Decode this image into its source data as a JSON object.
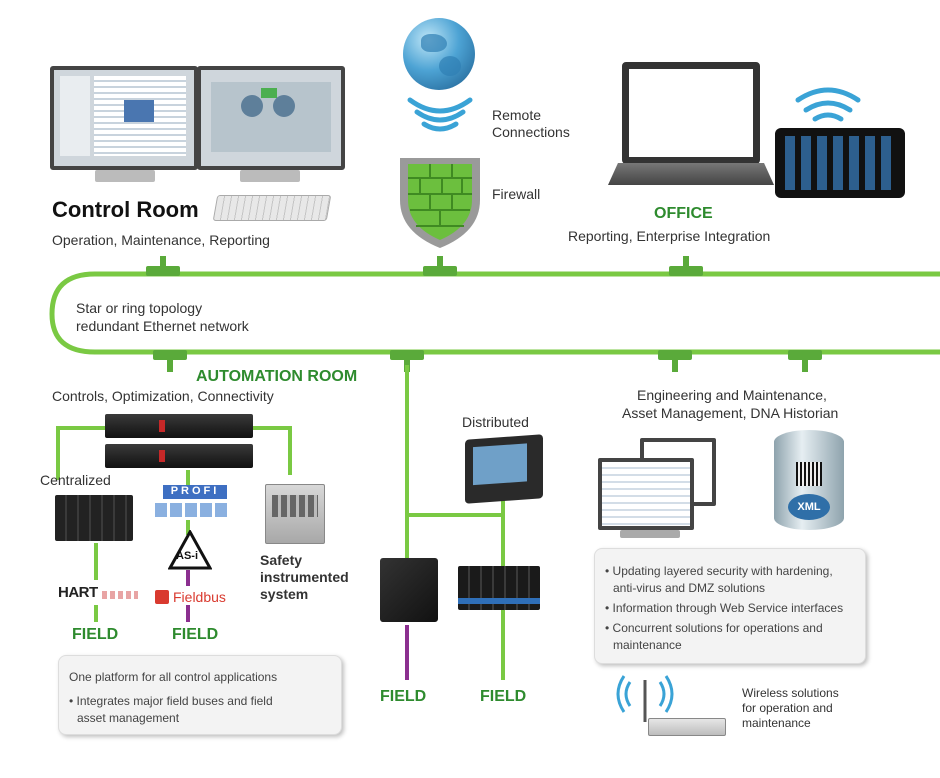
{
  "control_room": {
    "title": "Control Room",
    "subtitle": "Operation, Maintenance, Reporting"
  },
  "remote": {
    "label_line1": "Remote",
    "label_line2": "Connections"
  },
  "firewall": {
    "label": "Firewall"
  },
  "office": {
    "title": "OFFICE",
    "subtitle": "Reporting, Enterprise Integration"
  },
  "network": {
    "line1": "Star or ring topology",
    "line2": "redundant Ethernet network"
  },
  "automation_room": {
    "title": "AUTOMATION ROOM",
    "subtitle": "Controls, Optimization, Connectivity"
  },
  "engineering": {
    "line1": "Engineering and Maintenance,",
    "line2": "Asset Management, DNA Historian"
  },
  "labels": {
    "centralized": "Centralized",
    "distributed": "Distributed",
    "safety_line1": "Safety",
    "safety_line2": "instrumented",
    "safety_line3": "system",
    "hart": "HART",
    "profi": "PROFI",
    "asi": "AS-i",
    "fieldbus": "Fieldbus",
    "xml": "XML"
  },
  "field_labels": [
    "FIELD",
    "FIELD",
    "FIELD",
    "FIELD"
  ],
  "left_box": {
    "heading": "One platform for all control applications",
    "bullet1_line1": "• Integrates major field buses and field",
    "bullet1_line2": "asset management"
  },
  "right_box": {
    "b1_line1": "• Updating layered security with hardening,",
    "b1_line2": "anti-virus and DMZ solutions",
    "b2": "• Information through Web Service interfaces",
    "b3_line1": "• Concurrent solutions for operations and",
    "b3_line2": "maintenance"
  },
  "wireless": {
    "line1": "Wireless solutions",
    "line2": "for operation and",
    "line3": "maintenance"
  },
  "colors": {
    "network_green": "#7ac943",
    "title_green": "#2e8b2e",
    "purple": "#8b2f8f"
  }
}
